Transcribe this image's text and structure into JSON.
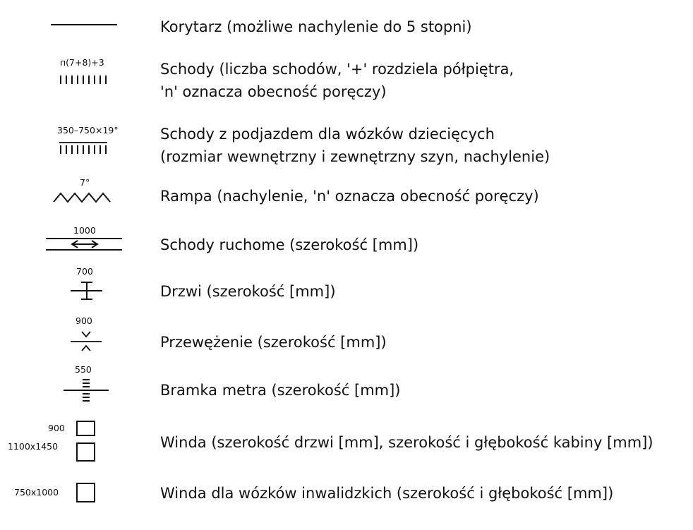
{
  "legend": {
    "items": [
      {
        "icon": "corridor-line-icon",
        "symbol_label": "",
        "description": [
          "Korytarz (możliwe nachylenie do 5 stopni)"
        ]
      },
      {
        "icon": "stairs-icon",
        "symbol_label": "п(7+8)+3",
        "description": [
          "Schody (liczba schodów, '+' rozdziela półpiętra,",
          "'n' oznacza obecność poręczy)"
        ]
      },
      {
        "icon": "stairs-with-stroller-ramp-icon",
        "symbol_label": "350–750×19°",
        "description": [
          "Schody z podjazdem dla wózków dziecięcych",
          "(rozmiar wewnętrzny i zewnętrzny szyn, nachylenie)"
        ]
      },
      {
        "icon": "ramp-zigzag-icon",
        "symbol_label": "7°",
        "description": [
          "Rampa (nachylenie, 'n' oznacza obecność poręczy)"
        ]
      },
      {
        "icon": "escalator-icon",
        "symbol_label": "1000",
        "description": [
          "Schody ruchome (szerokość [mm])"
        ]
      },
      {
        "icon": "door-icon",
        "symbol_label": "700",
        "description": [
          "Drzwi (szerokość [mm])"
        ]
      },
      {
        "icon": "narrowing-icon",
        "symbol_label": "900",
        "description": [
          "Przewężenie (szerokość [mm])"
        ]
      },
      {
        "icon": "metro-gate-icon",
        "symbol_label": "550",
        "description": [
          "Bramka metra (szerokość [mm])"
        ]
      },
      {
        "icon": "elevator-icon",
        "symbol_label": [
          "900",
          "1100x1450"
        ],
        "description": [
          "Winda (szerokość drzwi [mm], szerokość i głębokość kabiny [mm])"
        ]
      },
      {
        "icon": "wheelchair-lift-icon",
        "symbol_label": "750x1000",
        "description": [
          "Winda dla wózków inwalidzkich (szerokość i głębokość [mm])"
        ]
      }
    ]
  }
}
